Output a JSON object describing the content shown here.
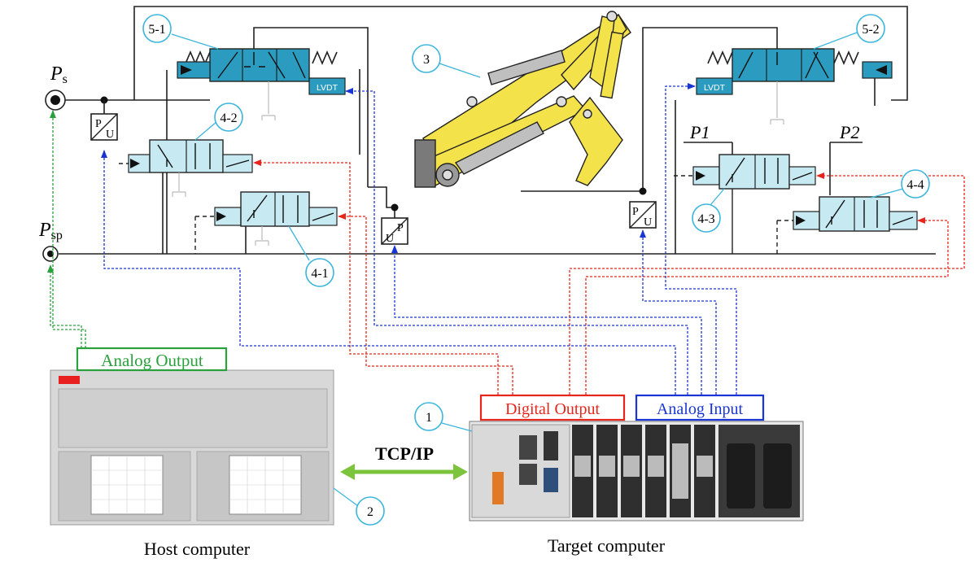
{
  "labels": {
    "ps_main": "P",
    "ps_sub": "s",
    "psp_main": "P",
    "psp_sub": "sp",
    "p1": "P1",
    "p2": "P2",
    "pu_top": "P",
    "pu_bottom": "U",
    "lvdt": "LVDT",
    "host_computer": "Host computer",
    "target_computer": "Target computer",
    "tcpip": "TCP/IP",
    "analog_output": "Analog Output",
    "digital_output": "Digital Output",
    "analog_input": "Analog Input"
  },
  "callouts": {
    "c51": "5-1",
    "c52": "5-2",
    "c3": "3",
    "c42": "4-2",
    "c41": "4-1",
    "c43": "4-3",
    "c44": "4-4",
    "c1": "1",
    "c2": "2"
  },
  "colors": {
    "valve_fill": "#2b9cc0",
    "valve_light": "#c6e9f2",
    "excavator": "#f3e24a",
    "signal_red": "#e8251b",
    "signal_blue": "#1a35d6",
    "signal_green": "#2aa13c",
    "callout_line": "#3cb5dd"
  }
}
